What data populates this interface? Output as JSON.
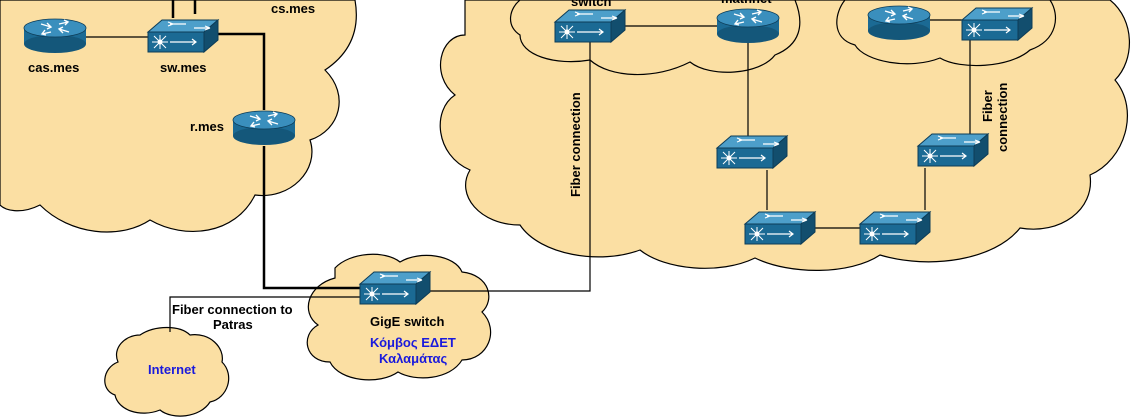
{
  "labels": {
    "cas": "cas.mes",
    "sw": "sw.mes",
    "cs": "cs.mes",
    "r": "r.mes",
    "switch_top": "switch",
    "mathnet_top": "mathnet",
    "fiber_vertical": "Fiber connection",
    "fiber_right_line1": "Fiber",
    "fiber_right_line2": "connection",
    "fiber_patras_line1": "Fiber connection to",
    "fiber_patras_line2": "Patras",
    "gige": "GigE switch",
    "node_line1": "Κόμβος ΕΔΕΤ",
    "node_line2": "Καλαμάτας",
    "internet": "Internet"
  },
  "colors": {
    "cloud_fill": "#fbdfa3",
    "device_fill": "#1a6b95",
    "device_top": "#3f94c0",
    "blue_text": "#1a1adc"
  },
  "icons": [
    "router-icon",
    "switch-icon"
  ]
}
